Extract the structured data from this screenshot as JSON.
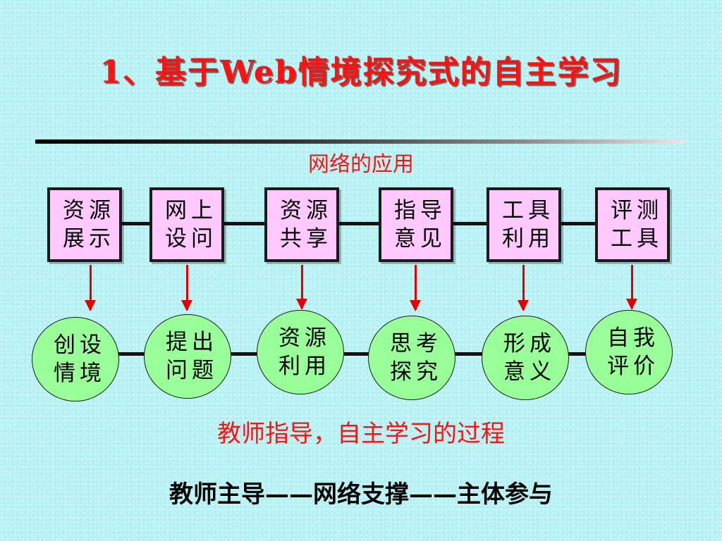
{
  "title": "1、基于Web情境探究式的自主学习",
  "network_label": "网络的应用",
  "resources": [
    {
      "line1": "资源",
      "line2": "展示"
    },
    {
      "line1": "网上",
      "line2": "设问"
    },
    {
      "line1": "资源",
      "line2": "共享"
    },
    {
      "line1": "指导",
      "line2": "意见"
    },
    {
      "line1": "工具",
      "line2": "利用"
    },
    {
      "line1": "评测",
      "line2": "工具"
    }
  ],
  "activities": [
    {
      "line1": "创设",
      "line2": "情境"
    },
    {
      "line1": "提出",
      "line2": "问题"
    },
    {
      "line1": "资源",
      "line2": "利用"
    },
    {
      "line1": "思考",
      "line2": "探究"
    },
    {
      "line1": "形成",
      "line2": "意义"
    },
    {
      "line1": "自我",
      "line2": "评价"
    }
  ],
  "process_label": "教师指导，自主学习的过程",
  "footer": "教师主导——网络支撑——主体参与",
  "colors": {
    "background": "#b8f2f4",
    "accent_red": "#ff1111",
    "box_fill": "#ffc8ff",
    "circle_fill": "#99ff99",
    "arrow": "#e00000"
  }
}
